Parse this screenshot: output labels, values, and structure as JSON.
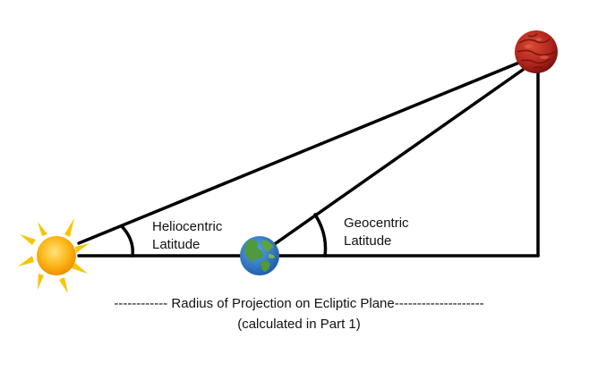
{
  "labels": {
    "heliocentric": [
      "Heliocentric",
      "Latitude"
    ],
    "geocentric": [
      "Geocentric",
      "Latitude"
    ],
    "radius_line": "------------ Radius of Projection on Ecliptic Plane--------------------",
    "radius_note": "(calculated in Part 1)"
  },
  "icons": {
    "sun": "sun-icon",
    "earth": "earth-icon",
    "planet": "planet-icon"
  },
  "colors": {
    "line": "#000000",
    "sun": "#f6a800",
    "sun_rays": "#f7c400",
    "ocean": "#2f79c6",
    "land": "#4f9a3a",
    "planet": "#b8261e"
  }
}
